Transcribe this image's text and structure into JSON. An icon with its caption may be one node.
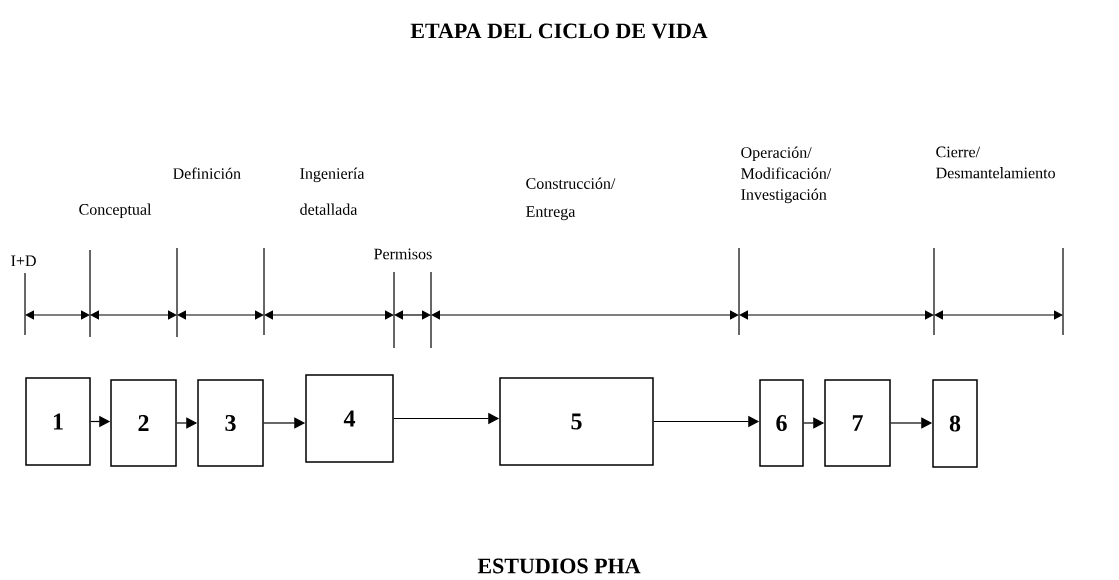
{
  "diagram": {
    "title": "ETAPA DEL CICLO DE VIDA",
    "caption": "ESTUDIOS PHA",
    "nodes": [
      {
        "text": [
          "1"
        ]
      },
      {
        "text": [
          "2"
        ]
      },
      {
        "text": [
          "3"
        ]
      },
      {
        "text": [
          "4"
        ]
      },
      {
        "text": [
          "5"
        ]
      },
      {
        "text": [
          "6"
        ]
      },
      {
        "text": [
          "7"
        ]
      },
      {
        "text": [
          "8"
        ]
      }
    ],
    "edges": [
      {
        "from": 0,
        "to": 1,
        "arrow": "to"
      },
      {
        "from": 1,
        "to": 2,
        "arrow": "to"
      },
      {
        "from": 2,
        "to": 3,
        "arrow": "to"
      },
      {
        "from": 3,
        "to": 4,
        "arrow": "to"
      },
      {
        "from": 4,
        "to": 5,
        "arrow": "to"
      },
      {
        "from": 5,
        "to": 6,
        "arrow": "to"
      },
      {
        "from": 6,
        "to": 7,
        "arrow": "to"
      }
    ],
    "labels": [
      "I+D",
      "Conceptual",
      "Definición",
      "Ingeniería detallada",
      "Permisos",
      "Construcción/ Entrega",
      "Operación/ Modificación/ Investigación",
      "Cierre/ Desmantelamiento"
    ]
  }
}
